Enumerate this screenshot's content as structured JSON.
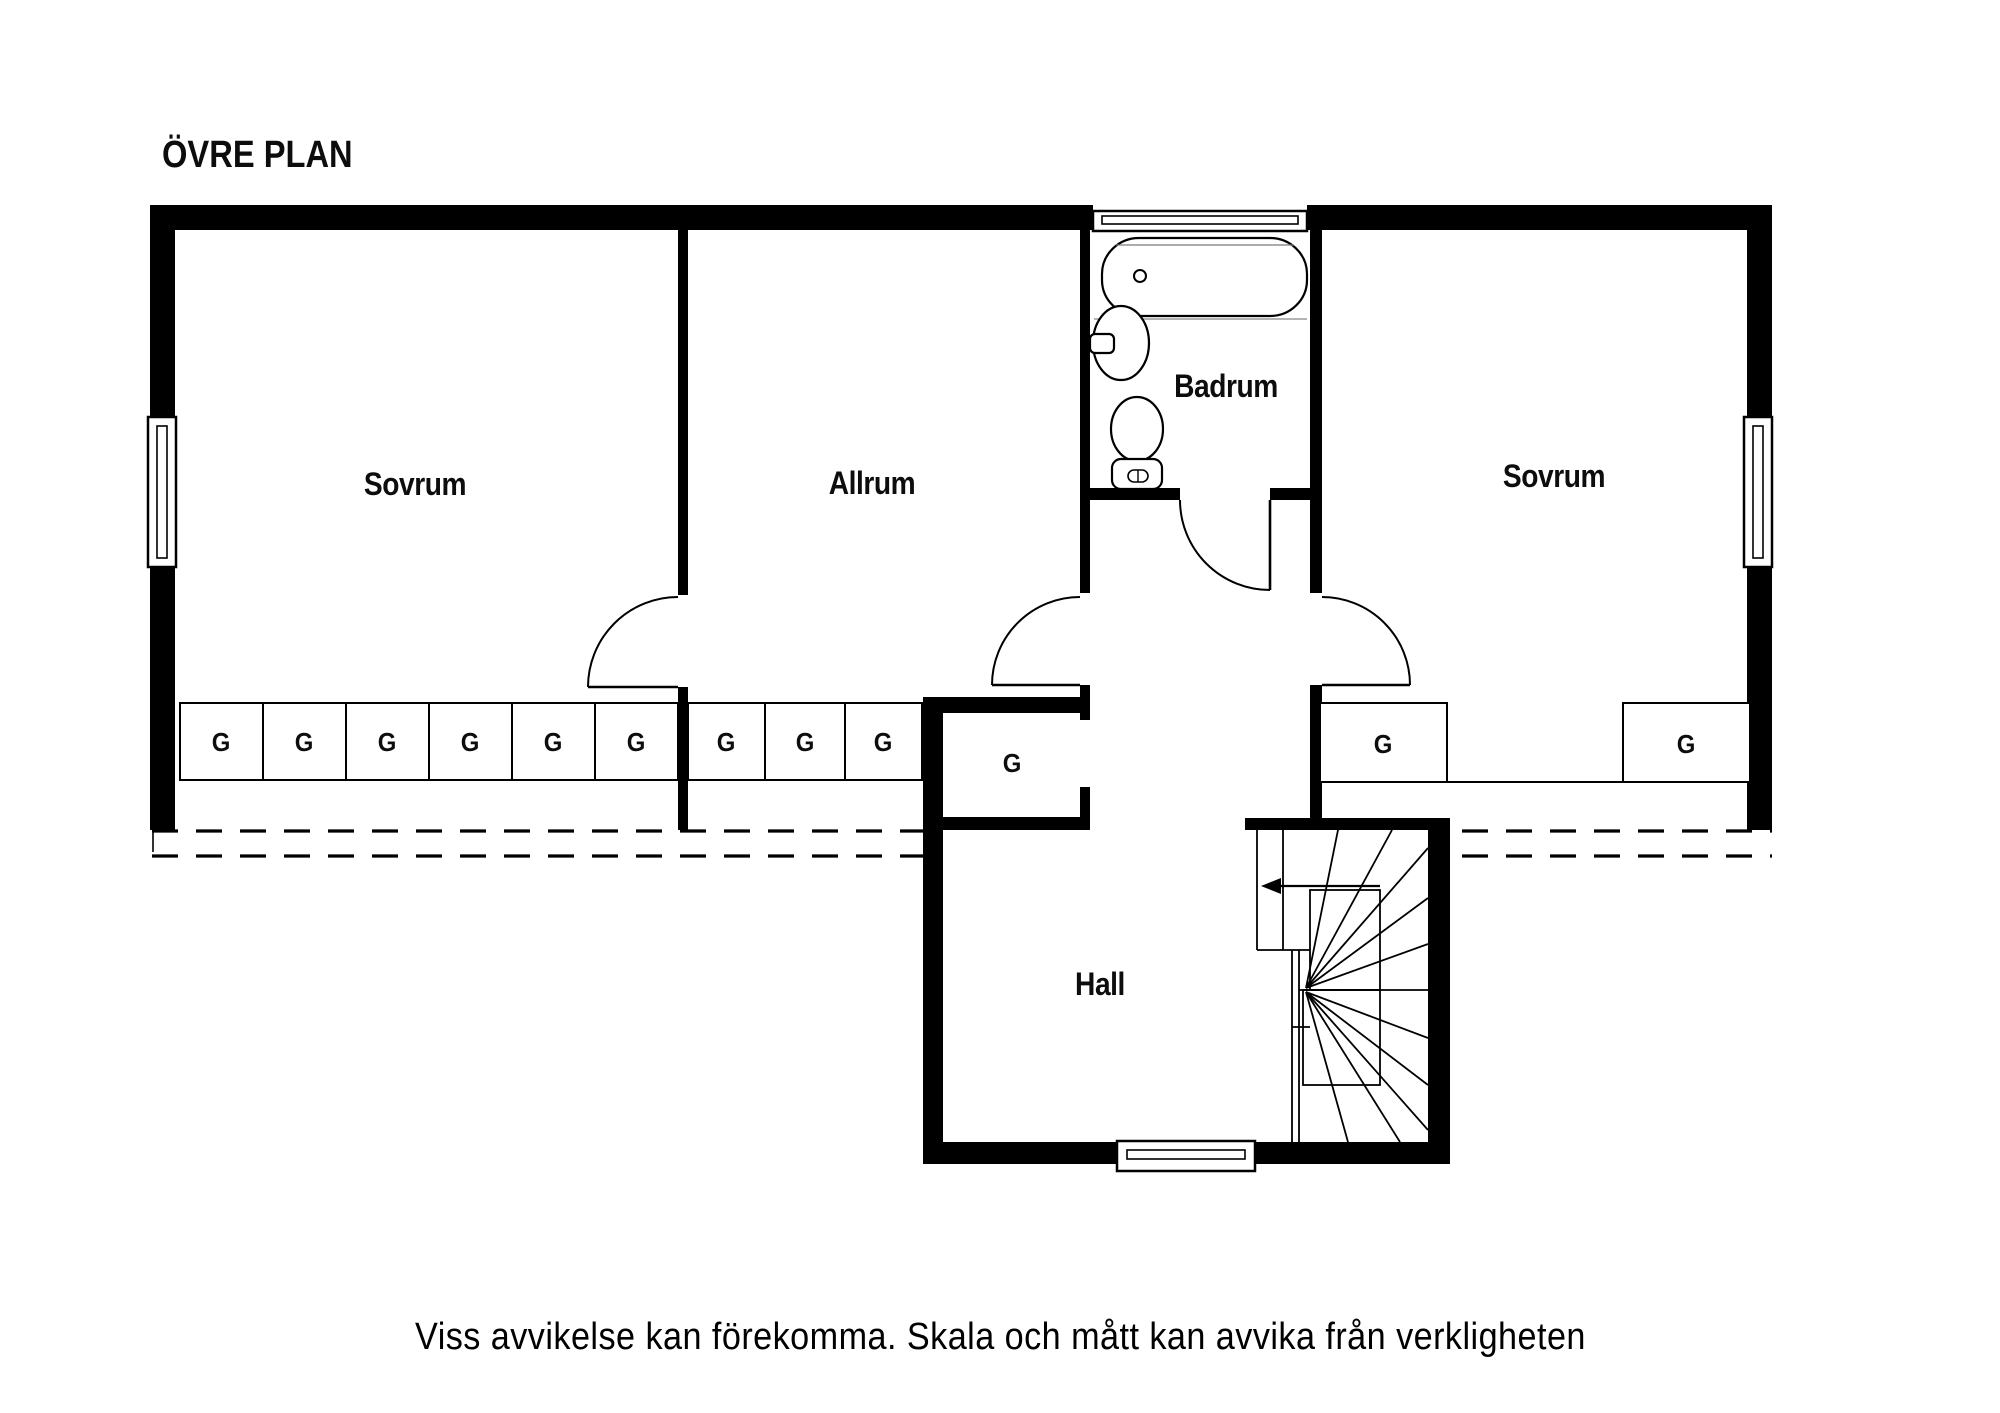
{
  "title": "ÖVRE PLAN",
  "rooms": {
    "bedroom_left": "Sovrum",
    "living_room": "Allrum",
    "bathroom": "Badrum",
    "bedroom_right": "Sovrum",
    "hall": "Hall"
  },
  "labels": {
    "wardrobe": "G"
  },
  "disclaimer": "Viss avvikelse kan förekomma. Skala och mått kan avvika från verkligheten",
  "colors": {
    "wall": "#000000",
    "background": "#ffffff",
    "thin_line": "#000000",
    "tub_platform_line": "#9a9a9a"
  }
}
